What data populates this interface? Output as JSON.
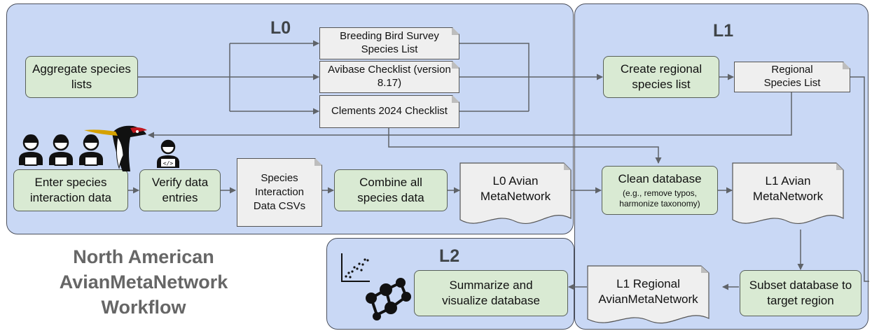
{
  "panels": {
    "l0": {
      "label": "L0"
    },
    "l1": {
      "label": "L1"
    },
    "l2": {
      "label": "L2"
    }
  },
  "processes": {
    "aggregate": "Aggregate species lists",
    "enter": "Enter species interaction data",
    "verify": "Verify data entries",
    "combine": "Combine all species data",
    "create_regional": "Create regional species list",
    "clean": "Clean database",
    "clean_note": "(e.g., remove typos, harmonize taxonomy)",
    "subset": "Subset database to target region",
    "summarize": "Summarize and visualize database"
  },
  "documents": {
    "bbs": "Breeding Bird Survey Species List",
    "avibase": "Avibase Checklist (version 8.17)",
    "clements": "Clements 2024 Checklist",
    "csvs": "Species Interaction Data CSVs",
    "regional_list": "Regional Species List",
    "l0_net": "L0 Avian MetaNetwork",
    "l1_net": "L1 Avian MetaNetwork",
    "l1_regional": "L1 Regional AvianMetaNetwork"
  },
  "title": "North American AvianMetaNetwork Workflow",
  "icons": [
    "person-at-laptop-icon",
    "code-laptop-person-icon",
    "woodpecker-icon",
    "scatter-plot-icon",
    "network-graph-icon"
  ]
}
